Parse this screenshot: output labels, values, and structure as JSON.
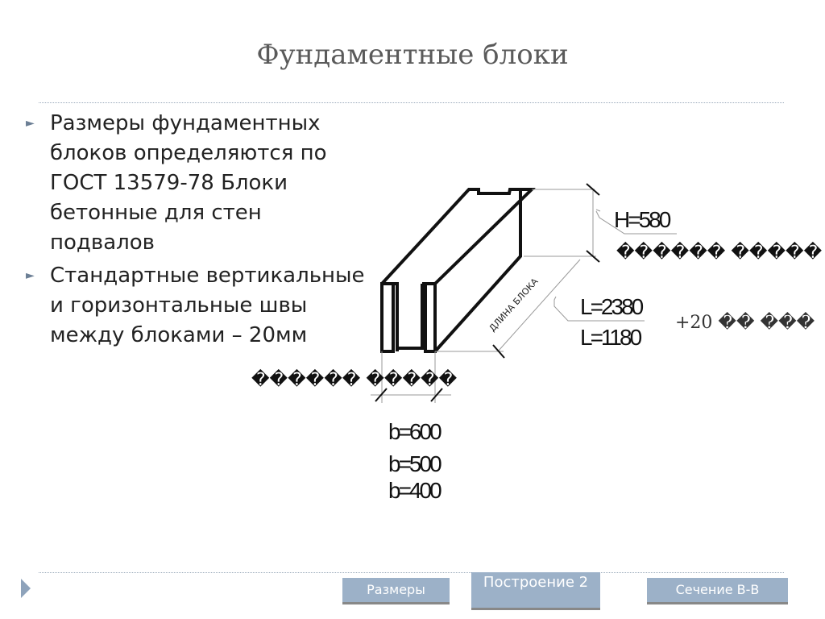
{
  "title": "Фундаментные блоки",
  "bullets": [
    "Размеры фундаментных блоков определяются по ГОСТ 13579-78 Блоки бетонные для стен подвалов",
    "Стандартные вертикальные и горизонтальные швы между блоками – 20мм"
  ],
  "diagram": {
    "height_label": "H=580",
    "height_caption": "������ �����",
    "length_text": "ДЛИНА БЛОКА",
    "length_1": "L=2380",
    "length_2": "L=1180",
    "joint_note": "+20 �� ���",
    "width_caption": "������ �����",
    "width_1": "b=600",
    "width_2": "b=500",
    "width_3": "b=400"
  },
  "nav": {
    "btn1": "Размеры",
    "btn2": "Построение 2",
    "btn3": "Сечение В-В"
  }
}
